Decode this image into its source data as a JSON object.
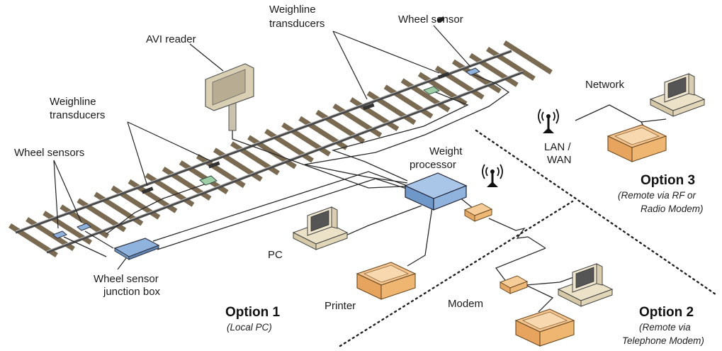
{
  "labels": {
    "avi_reader": "AVI reader",
    "weighline_top_1": "Weighline",
    "weighline_top_2": "transducers",
    "wheel_sensor": "Wheel sensor",
    "network": "Network",
    "weighline_left_1": "Weighline",
    "weighline_left_2": "transducers",
    "wheel_sensors": "Wheel sensors",
    "lan_wan_1": "LAN /",
    "lan_wan_2": "WAN",
    "weight_processor_1": "Weight",
    "weight_processor_2": "processor",
    "pc": "PC",
    "printer": "Printer",
    "junction_box_1": "Wheel sensor",
    "junction_box_2": "junction box",
    "modem": "Modem"
  },
  "options": {
    "option1": {
      "title": "Option 1",
      "subtitle": "(Local PC)"
    },
    "option2": {
      "title": "Option 2",
      "subtitle_1": "(Remote via",
      "subtitle_2": "Telephone Modem)"
    },
    "option3": {
      "title": "Option 3",
      "subtitle_1": "(Remote via RF or",
      "subtitle_2": "Radio Modem)"
    }
  },
  "colors": {
    "device_blue": "#8fb3dc",
    "sensor_green": "#9fcfa6",
    "printer_orange": "#f3c48f",
    "computer_beige": "#ece2c8",
    "tie_brown": "#7a6a52"
  }
}
